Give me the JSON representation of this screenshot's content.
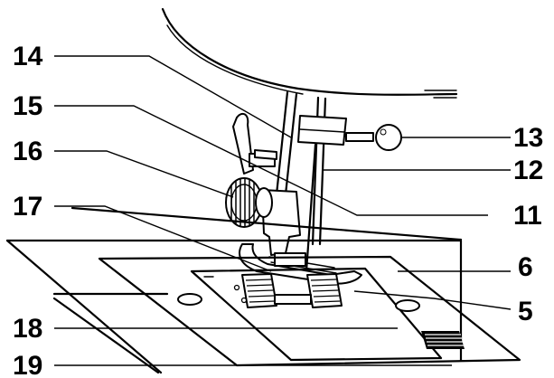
{
  "callouts": {
    "c14": "14",
    "c15": "15",
    "c16": "16",
    "c17": "17",
    "c18": "18",
    "c19": "19",
    "c13": "13",
    "c12": "12",
    "c11": "11",
    "c6": "6",
    "c5": "5"
  }
}
